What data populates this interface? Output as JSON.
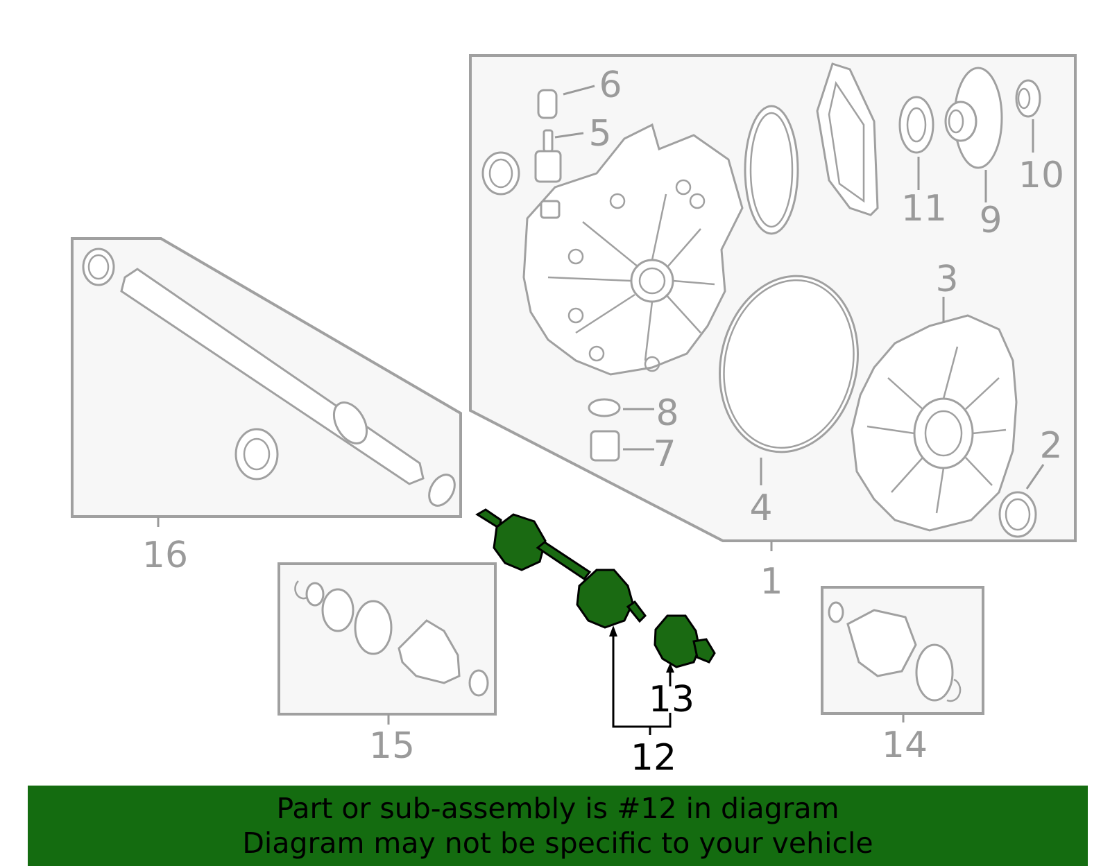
{
  "callouts": {
    "c1": "1",
    "c2": "2",
    "c3": "3",
    "c4": "4",
    "c5": "5",
    "c6": "6",
    "c7": "7",
    "c8": "8",
    "c9": "9",
    "c10": "10",
    "c11": "11",
    "c12": "12",
    "c13": "13",
    "c14": "14",
    "c15": "15",
    "c16": "16"
  },
  "highlighted_part": "12",
  "banner": {
    "line1": "Part or sub-assembly is #12 in diagram",
    "line2": "Diagram may not be specific to your vehicle"
  },
  "colors": {
    "highlight": "#1a6a12",
    "banner": "#146c10",
    "line_art": "#a0a0a0"
  }
}
